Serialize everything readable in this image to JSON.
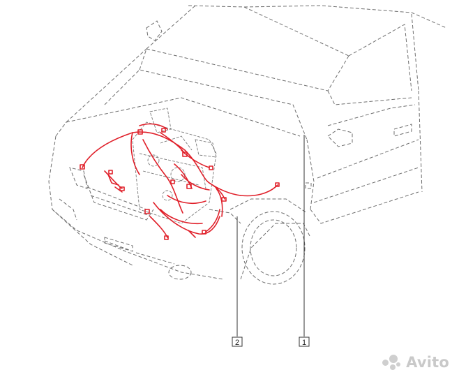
{
  "diagram": {
    "callouts": [
      {
        "id": "callout-1",
        "label": "1"
      },
      {
        "id": "callout-2",
        "label": "2"
      }
    ]
  },
  "watermark": {
    "text": "Avito"
  },
  "colors": {
    "outline": "#6e6e6e",
    "harness": "#e0202a",
    "background": "#ffffff",
    "watermark": "#c9c9c9"
  }
}
